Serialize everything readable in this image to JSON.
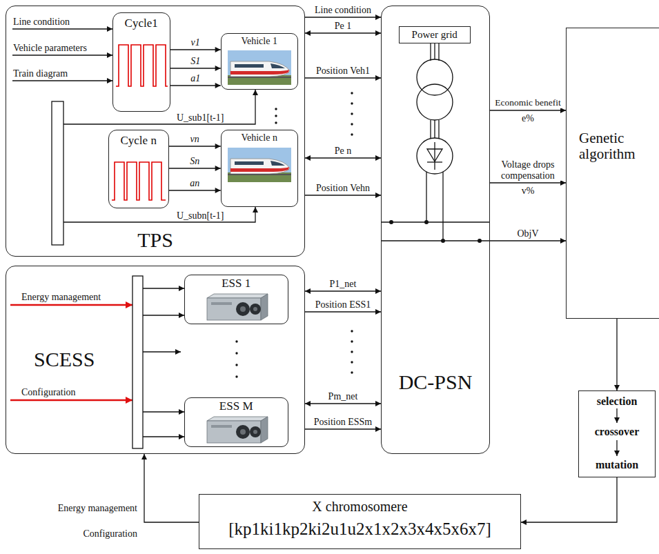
{
  "diagram": {
    "nodes": [
      {
        "text": [
          "TPS"
        ]
      },
      {
        "text": [
          "Cycle1"
        ],
        "in": 0
      },
      {
        "text": [
          "Vehicle 1"
        ],
        "in": 0
      },
      {
        "text": [
          "Cycle n"
        ],
        "in": 0
      },
      {
        "text": [
          "Vehicle n"
        ],
        "in": 0
      },
      {
        "text": [
          "DC-PSN"
        ]
      },
      {
        "text": [
          "Power grid"
        ],
        "in": 5
      },
      {
        "text": [
          "Genetic algorithm"
        ]
      },
      {
        "text": [
          "SCESS"
        ]
      },
      {
        "text": [
          "ESS 1"
        ],
        "in": 8
      },
      {
        "text": [
          "ESS M"
        ],
        "in": 8
      },
      {
        "text": [
          "selection",
          "crossover",
          "mutation"
        ]
      },
      {
        "text": [
          "X chromosomere",
          "[kp1ki1kp2ki2u1u2x1x2x3x4x5x6x7]"
        ]
      }
    ],
    "edges": [
      {
        "from": 1,
        "to": 2,
        "arrow": "to",
        "label": "v1"
      },
      {
        "from": 1,
        "to": 2,
        "arrow": "to",
        "label": "S1"
      },
      {
        "from": 1,
        "to": 2,
        "arrow": "to",
        "label": "a1"
      },
      {
        "from": 3,
        "to": 4,
        "arrow": "to",
        "label": "vn"
      },
      {
        "from": 3,
        "to": 4,
        "arrow": "to",
        "label": "Sn"
      },
      {
        "from": 3,
        "to": 4,
        "arrow": "to",
        "label": "an"
      },
      {
        "from": 0,
        "to": 5,
        "arrow": "to",
        "label": "Line condition"
      },
      {
        "from": 0,
        "to": 5,
        "arrow": "both",
        "label": "Pe 1"
      },
      {
        "from": 0,
        "to": 5,
        "arrow": "to",
        "label": "Position Veh1"
      },
      {
        "from": 0,
        "to": 5,
        "arrow": "both",
        "label": "Pe n"
      },
      {
        "from": 0,
        "to": 5,
        "arrow": "to",
        "label": "Position Vehn"
      },
      {
        "from": 8,
        "to": 5,
        "arrow": "both",
        "label": "P1_net"
      },
      {
        "from": 8,
        "to": 5,
        "arrow": "to",
        "label": "Position ESS1"
      },
      {
        "from": 8,
        "to": 5,
        "arrow": "both",
        "label": "Pm_net"
      },
      {
        "from": 8,
        "to": 5,
        "arrow": "to",
        "label": "Position ESSm"
      },
      {
        "from": 5,
        "to": 7,
        "arrow": "to",
        "label": "Economic benefit"
      },
      {
        "from": 5,
        "to": 7,
        "arrow": "to",
        "label": "Voltage drops compensation"
      },
      {
        "from": 5,
        "to": 7,
        "arrow": "to",
        "label": "ObjV"
      },
      {
        "from": 7,
        "to": 11,
        "arrow": "to"
      },
      {
        "from": 11,
        "to": 12,
        "arrow": "to"
      },
      {
        "from": 12,
        "to": 8,
        "arrow": "to"
      }
    ],
    "labels": [
      "Line condition",
      "Vehicle parameters",
      "Train diagram",
      "U_sub1[t-1]",
      "U_subn[t-1]",
      "e%",
      "v%",
      "Energy management",
      "Configuration",
      "Energy management",
      "Configuration"
    ]
  }
}
